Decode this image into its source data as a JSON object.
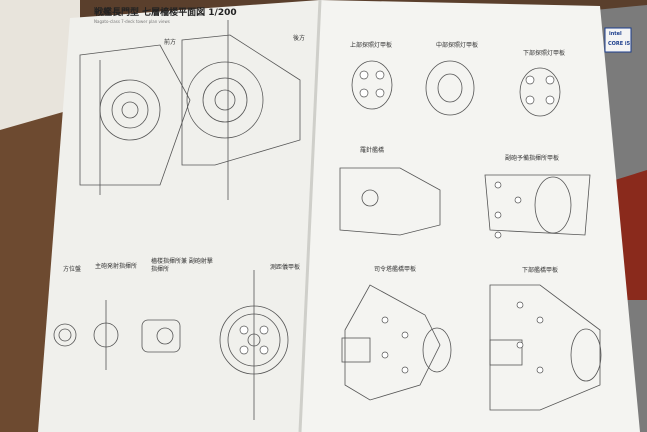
{
  "page": {
    "title": "戦艦長門型 七層檣楼平面図 1/200",
    "subtitle": "Nagato-class 7-deck tower plan views"
  },
  "labels": {
    "front": "前方",
    "rear": "後方",
    "top_searchlight": "上部探照灯甲板",
    "mid_searchlight": "中部探照灯甲板",
    "low_searchlight": "下部探照灯甲板",
    "compass_bridge": "羅針艦橋",
    "aux_gun_control": "副砲予備指揮所甲板",
    "rangefinder": "方位盤",
    "main_gun_director": "主砲発射指揮所",
    "tower_command": "檣楼指揮所兼 副砲射撃指揮所",
    "range_deck": "測距儀甲板",
    "command_bridge": "司令塔艦橋甲板",
    "lower_bridge": "下部艦橋甲板"
  },
  "sticker": {
    "brand": "intel",
    "model": "CORE i5"
  },
  "colors": {
    "table": "#5a3f2c",
    "paper": "#f2f2ee",
    "ink": "#555555",
    "sticker_blue": "#1b3d8c"
  }
}
